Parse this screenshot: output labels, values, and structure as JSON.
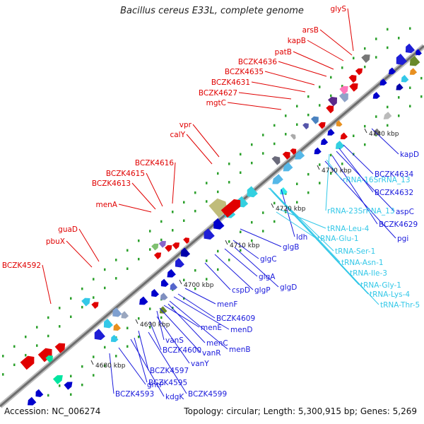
{
  "title": "Bacillus cereus E33L, complete genome",
  "footer": {
    "accession": "Accession: NC_006274",
    "summary": "Topology: circular; Length: 5,300,915 bp; Genes: 5,269"
  },
  "colors": {
    "forward_label": "#e00000",
    "reverse_label": "#1a1adc",
    "rna_label": "#33c8e8",
    "backbone": "#888888",
    "tick_dots": "#2ca02c"
  },
  "ruler_labels": [
    "4680 kbp",
    "4690 kbp",
    "4700 kbp",
    "4710 kbp",
    "4720 kbp",
    "4730 kbp",
    "4740 kbp"
  ],
  "forward_labels": [
    "BCZK4592",
    "pbuX",
    "guaD",
    "menA",
    "BCZK4613",
    "BCZK4615",
    "BCZK4616",
    "calY",
    "vpr",
    "mgtC",
    "BCZK4627",
    "BCZK4631",
    "BCZK4635",
    "BCZK4636",
    "patB",
    "kapB",
    "arsB",
    "glyS"
  ],
  "reverse_labels": [
    "BCZK4593",
    "gntP",
    "kdgK",
    "BCZK4595",
    "BCZK4597",
    "BCZK4599",
    "BCZK4600",
    "vanY",
    "vanS",
    "vanR",
    "menE",
    "menC",
    "menB",
    "menD",
    "BCZK4609",
    "menF",
    "cspD",
    "glgP",
    "glgA",
    "glgD",
    "glgC",
    "glgB",
    "ldh",
    "pgi",
    "BCZK4629",
    "aspC",
    "BCZK4632",
    "BCZK4634",
    "kapD"
  ],
  "rna_labels": [
    "tRNA-Leu-4",
    "tRNA-Glu-1",
    "rRNA-16SrRNA_13",
    "rRNA-23SrRNA_13",
    "tRNA-Ser-1",
    "tRNA-Asn-1",
    "tRNA-Ile-3",
    "tRNA-Gly-1",
    "tRNA-Lys-4",
    "tRNA-Thr-5"
  ]
}
